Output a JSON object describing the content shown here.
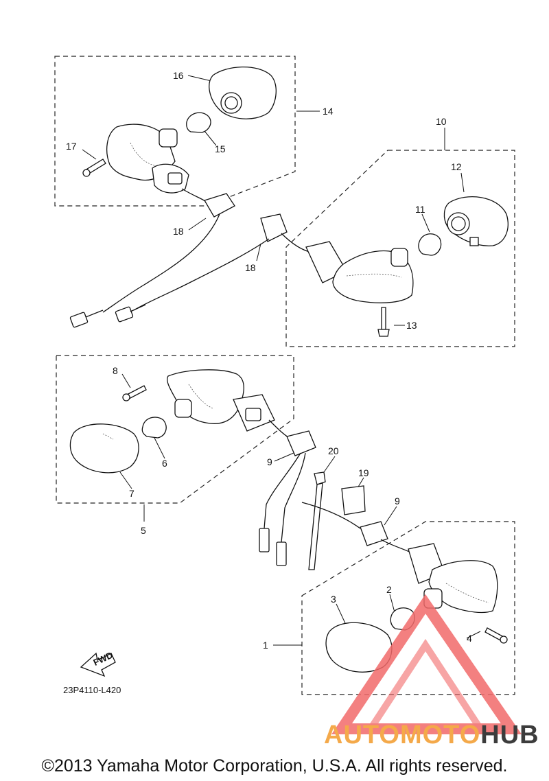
{
  "diagram": {
    "part_labels": [
      "1",
      "2",
      "3",
      "4",
      "5",
      "6",
      "7",
      "8",
      "9",
      "9",
      "10",
      "11",
      "12",
      "13",
      "14",
      "15",
      "16",
      "17",
      "18",
      "18",
      "19",
      "20"
    ],
    "fwd_label": "FWD",
    "drawing_code": "23P4110-L420",
    "copyright": "©2013 Yamaha Motor Corporation, U.S.A. All rights reserved."
  },
  "watermark": {
    "text_a": "AUTOMOTO",
    "text_b": "HUB",
    "colors": {
      "accent": "#f4a94a",
      "dark": "#3c3c3c",
      "triangle": "#f26a6a"
    }
  }
}
